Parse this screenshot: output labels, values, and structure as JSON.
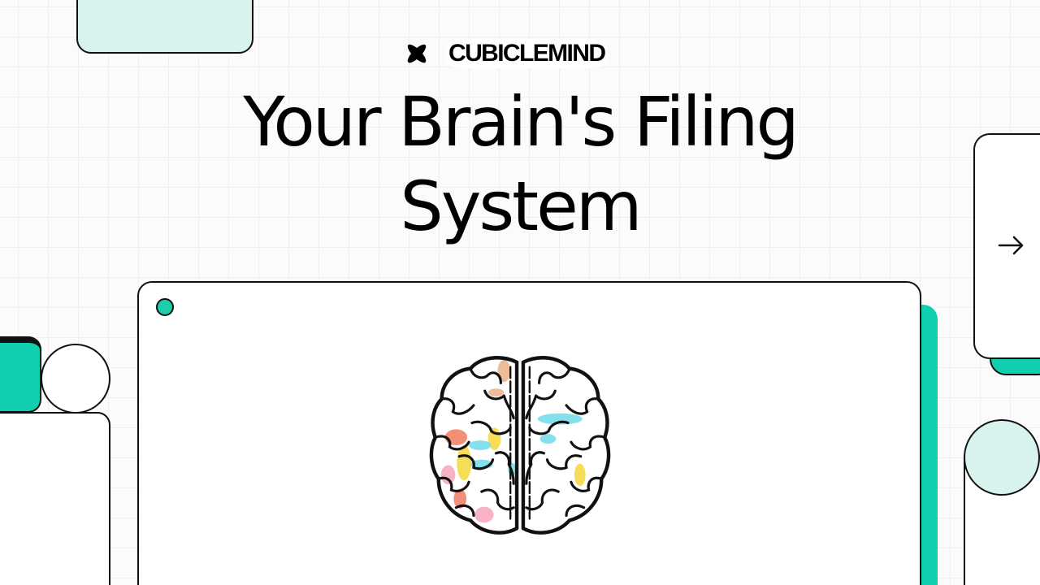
{
  "brand": {
    "name": "CUBICLEMIND",
    "icon": "x-petal-logo-icon"
  },
  "hero": {
    "title_line1": "Your Brain's Filing",
    "title_line2": "System"
  },
  "navigation": {
    "next_icon": "arrow-right-icon",
    "next_glyph": "→"
  },
  "illustration": {
    "subject": "brain-icon",
    "highlight_colors": [
      "#5cd6e6",
      "#f5d21e",
      "#f06a4a",
      "#f59ab0",
      "#e8a878"
    ]
  },
  "colors": {
    "accent": "#10cfae",
    "mint": "#d8f3ee",
    "outline": "#111111",
    "background": "#fbfbfb"
  }
}
